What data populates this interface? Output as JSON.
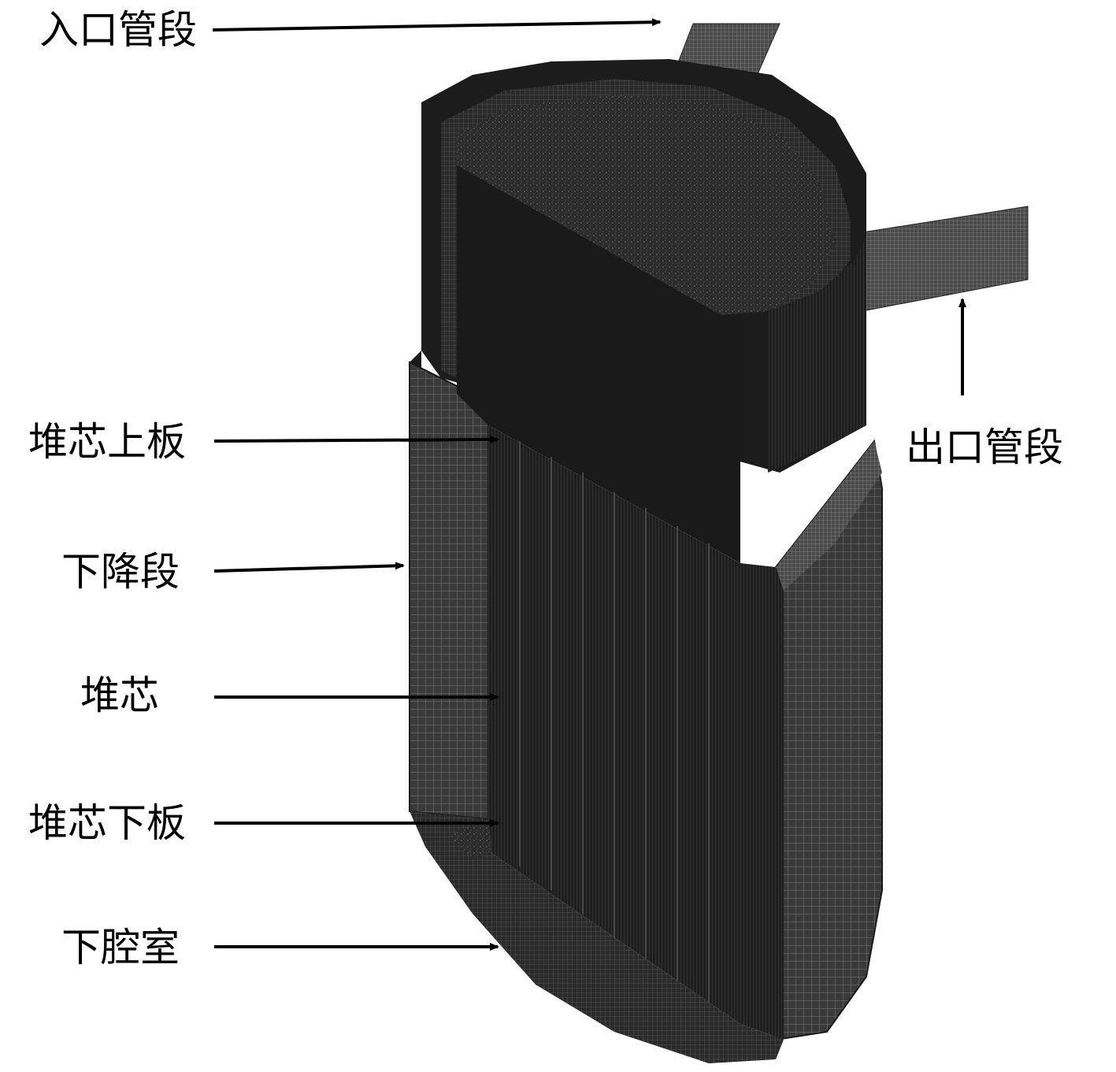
{
  "labels": {
    "inlet_pipe": "入口管段",
    "outlet_pipe": "出口管段",
    "upper_core_plate": "堆芯上板",
    "downcomer": "下降段",
    "core": "堆芯",
    "lower_core_plate": "堆芯下板",
    "lower_plenum": "下腔室"
  },
  "colors": {
    "background": "#ffffff",
    "mesh_dark": "#1c1c1c",
    "mesh_mid": "#3a3a3a",
    "mesh_light": "#5e5e5e",
    "label_text": "#000000"
  }
}
